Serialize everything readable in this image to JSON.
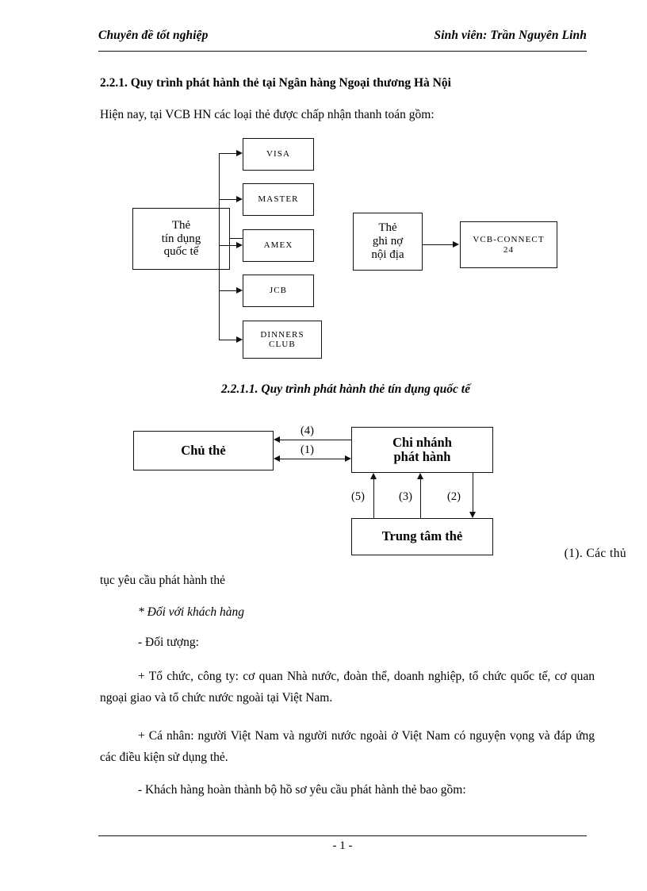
{
  "header": {
    "left": "Chuyên đề tốt nghiệp",
    "right": "Sinh viên: Trần Nguyên Linh"
  },
  "content": {
    "heading": "2.2.1. Quy trình phát hành thẻ tại Ngân hàng Ngoại thương Hà Nội",
    "intro": "Hiện nay, tại VCB HN các loại thẻ được chấp nhận thanh toán gồm:",
    "subheading": "2.2.1.1. Quy trình phát hành thẻ tín dụng quốc tế",
    "paragraphs": [
      "(1).  Các  thủ",
      "tục yêu cầu phát hành thẻ",
      "* Đối với khách hàng",
      "- Đối tượng:",
      "+ Tổ chức, công ty: cơ quan Nhà nước, đoàn thể, doanh nghiệp, tổ chức quốc tế, cơ quan ngoại giao và tổ chức nước ngoài tại Việt Nam.",
      "+ Cá nhân: người Việt Nam và người nước ngoài ở Việt Nam có nguyện vọng và đáp ứng các điều kiện sử dụng thẻ.",
      "- Khách hàng hoàn thành bộ hồ sơ yêu cầu phát hành thẻ bao gồm:"
    ]
  },
  "diagram_card_types": {
    "credit_source": "Thẻ\ntín dụng\nquốc tế",
    "credit_brands": [
      "VISA",
      "MASTER",
      "AMEX",
      "JCB",
      "DINNERS\nCLUB"
    ],
    "debit_source": "Thẻ\nghi nợ\nnội địa",
    "debit_target": "VCB-CONNECT\n24"
  },
  "diagram_issuance": {
    "cardholder": "Chủ thẻ",
    "branch": "Chi nhánh\nphát hành",
    "card_center": "Trung tâm thẻ",
    "flow_labels": {
      "top": "(4)",
      "second": "(1)",
      "left_up": "(5)",
      "middle_up": "(3)",
      "right_down": "(2)"
    }
  },
  "footer": {
    "page_number": "- 1 -"
  }
}
